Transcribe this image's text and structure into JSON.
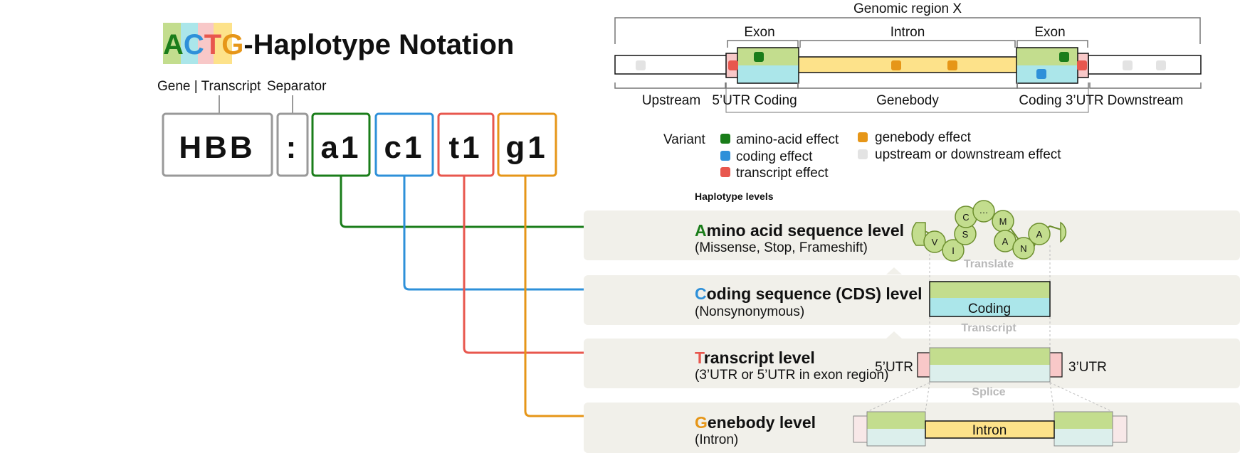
{
  "title": {
    "letters": [
      "A",
      "C",
      "T",
      "G"
    ],
    "letter_colors": [
      "#1a7d1a",
      "#2e90d9",
      "#e8574e",
      "#e69618"
    ],
    "letter_bgs": [
      "#c3dd8e",
      "#abe6ea",
      "#f8c8c8",
      "#fde28a"
    ],
    "rest": "-Haplotype Notation"
  },
  "notation": {
    "gene_label": "Gene | Transcript",
    "separator_label": "Separator",
    "gene": "HBB",
    "separator": ":",
    "codes": [
      "a1",
      "c1",
      "t1",
      "g1"
    ]
  },
  "genomic": {
    "title": "Genomic region X",
    "top_labels": [
      "Exon",
      "Intron",
      "Exon"
    ],
    "bottom_labels": [
      "Upstream",
      "5’UTR Coding",
      "Genebody",
      "Coding 3’UTR",
      "Downstream"
    ]
  },
  "legend": {
    "title": "Variant",
    "items": [
      {
        "label": "amino-acid effect",
        "color": "#1a7d1a"
      },
      {
        "label": "coding effect",
        "color": "#2e90d9"
      },
      {
        "label": "transcript effect",
        "color": "#e8574e"
      },
      {
        "label": "genebody effect",
        "color": "#e69618"
      },
      {
        "label": "upstream or downstream effect",
        "color": "#e3e3e3"
      }
    ]
  },
  "levels": {
    "header": "Haplotype levels",
    "items": [
      {
        "initial": "A",
        "rest": "mino acid sequence level",
        "sub": "(Missense, Stop, Frameshift)",
        "color": "#1a7d1a"
      },
      {
        "initial": "C",
        "rest": "oding sequence (CDS) level",
        "sub": "(Nonsynonymous)",
        "color": "#2e90d9"
      },
      {
        "initial": "T",
        "rest": "ranscript level",
        "sub": "(3’UTR or 5’UTR in exon region)",
        "color": "#e8574e"
      },
      {
        "initial": "G",
        "rest": "enebody level",
        "sub": "(Intron)",
        "color": "#e69618"
      }
    ]
  },
  "diagram": {
    "amino_acids": [
      "V",
      "I",
      "S",
      "C",
      "…",
      "M",
      "A",
      "N",
      "A"
    ],
    "translate": "Translate",
    "coding": "Coding",
    "transcript": "Transcript",
    "utr5": "5’UTR",
    "utr3": "3’UTR",
    "splice": "Splice",
    "intron": "Intron"
  }
}
